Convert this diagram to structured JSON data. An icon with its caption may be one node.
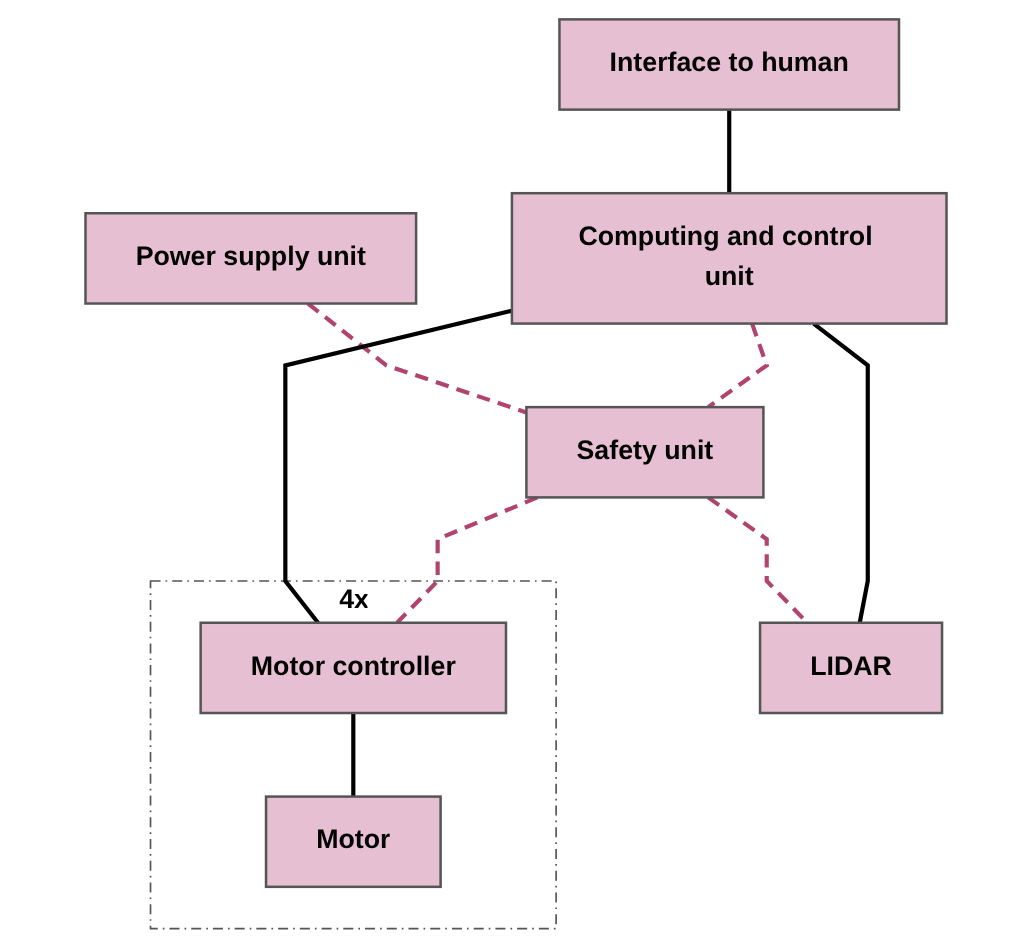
{
  "diagram": {
    "nodes": [
      {
        "text": [
          "Interface to human"
        ]
      },
      {
        "text": [
          "Power supply unit"
        ]
      },
      {
        "text": [
          "Computing and control unit"
        ]
      },
      {
        "text": [
          "4x"
        ]
      },
      {
        "text": [
          "Motor controller"
        ],
        "in": 3
      },
      {
        "text": [
          "Safety unit"
        ]
      },
      {
        "text": [
          "LIDAR"
        ]
      },
      {
        "text": [
          "Motor"
        ],
        "in": 3
      }
    ],
    "edges": [
      {
        "from": 0,
        "to": 2,
        "arrow": "none"
      },
      {
        "from": 1,
        "to": 5,
        "arrow": "none",
        "style": "dashed",
        "color": "#b0446e"
      },
      {
        "from": 2,
        "to": 4,
        "arrow": "none"
      },
      {
        "from": 2,
        "to": 5,
        "arrow": "none",
        "style": "dashed",
        "color": "#b0446e"
      },
      {
        "from": 5,
        "to": 4,
        "arrow": "none",
        "style": "dashed",
        "color": "#b0446e"
      },
      {
        "from": 5,
        "to": 6,
        "arrow": "none",
        "style": "dashed",
        "color": "#b0446e"
      },
      {
        "from": 2,
        "to": 6,
        "arrow": "none"
      },
      {
        "from": 4,
        "to": 7,
        "arrow": "none"
      }
    ]
  }
}
